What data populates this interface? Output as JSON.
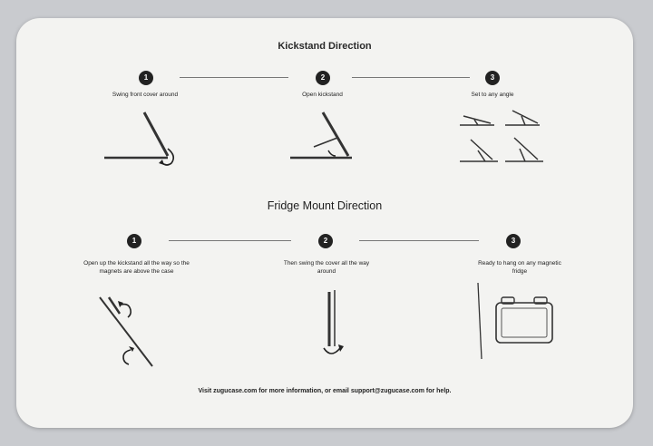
{
  "kickstand": {
    "title": "Kickstand Direction",
    "steps": [
      {
        "number": "1",
        "label": "Swing front cover around"
      },
      {
        "number": "2",
        "label": "Open kickstand"
      },
      {
        "number": "3",
        "label": "Set to any angle"
      }
    ]
  },
  "fridge": {
    "title": "Fridge Mount Direction",
    "steps": [
      {
        "number": "1",
        "label": "Open up the kickstand all the way so the magnets are above the case"
      },
      {
        "number": "2",
        "label": "Then swing the cover all the way around"
      },
      {
        "number": "3",
        "label": "Ready to hang on any magnetic fridge"
      }
    ]
  },
  "footer": "Visit zugucase.com for more information, or email support@zugucase.com for help."
}
